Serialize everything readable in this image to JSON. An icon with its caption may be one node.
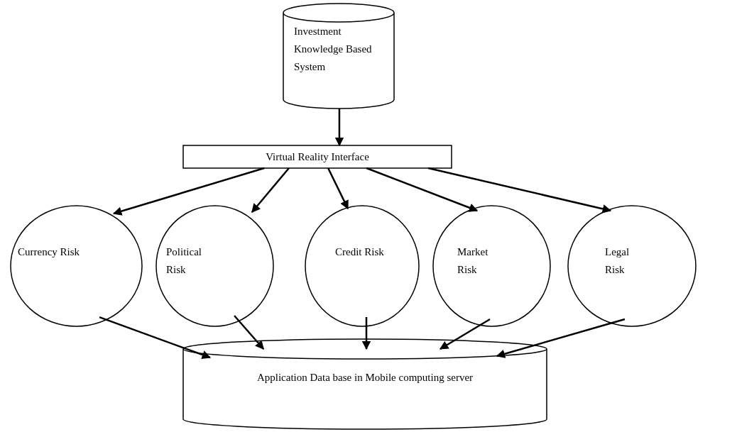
{
  "diagram": {
    "nodes": [
      {
        "text": [
          "Investment Knowledge Based System"
        ]
      },
      {
        "text": [
          "Virtual Reality Interface"
        ]
      },
      {
        "text": [
          "Currency Risk"
        ]
      },
      {
        "text": [
          "Political Risk"
        ]
      },
      {
        "text": [
          "Credit Risk"
        ]
      },
      {
        "text": [
          "Market Risk"
        ]
      },
      {
        "text": [
          "Legal Risk"
        ]
      },
      {
        "text": [
          "Application Data base in Mobile computing server"
        ]
      }
    ],
    "edges": [
      {
        "from": 0,
        "to": 1,
        "arrow": "to"
      },
      {
        "from": 1,
        "to": 2,
        "arrow": "to"
      },
      {
        "from": 1,
        "to": 3,
        "arrow": "to"
      },
      {
        "from": 1,
        "to": 4,
        "arrow": "to"
      },
      {
        "from": 1,
        "to": 5,
        "arrow": "to"
      },
      {
        "from": 1,
        "to": 6,
        "arrow": "to"
      },
      {
        "from": 2,
        "to": 7,
        "arrow": "to"
      },
      {
        "from": 3,
        "to": 7,
        "arrow": "to"
      },
      {
        "from": 4,
        "to": 7,
        "arrow": "to"
      },
      {
        "from": 5,
        "to": 7,
        "arrow": "to"
      },
      {
        "from": 6,
        "to": 7,
        "arrow": "to"
      }
    ]
  }
}
